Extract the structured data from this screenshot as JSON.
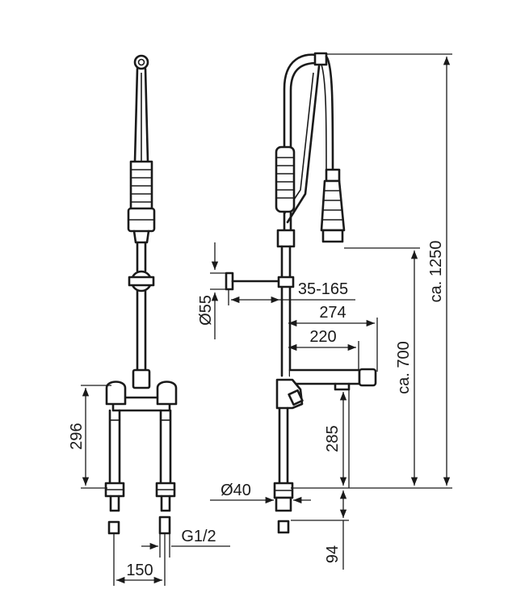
{
  "dimensions": {
    "height_total": "ca. 1250",
    "height_spray": "ca. 700",
    "mixer_height": "296",
    "wall_bracket": "35-165",
    "arm_274": "274",
    "arm_220": "220",
    "spout_height": "285",
    "column_diameter": "Ø40",
    "bracket_diameter": "Ø55",
    "connection_spacing": "150",
    "thread": "G1/2",
    "below_deck": "94"
  },
  "colors": {
    "line": "#1a1a1a",
    "background": "#ffffff"
  }
}
